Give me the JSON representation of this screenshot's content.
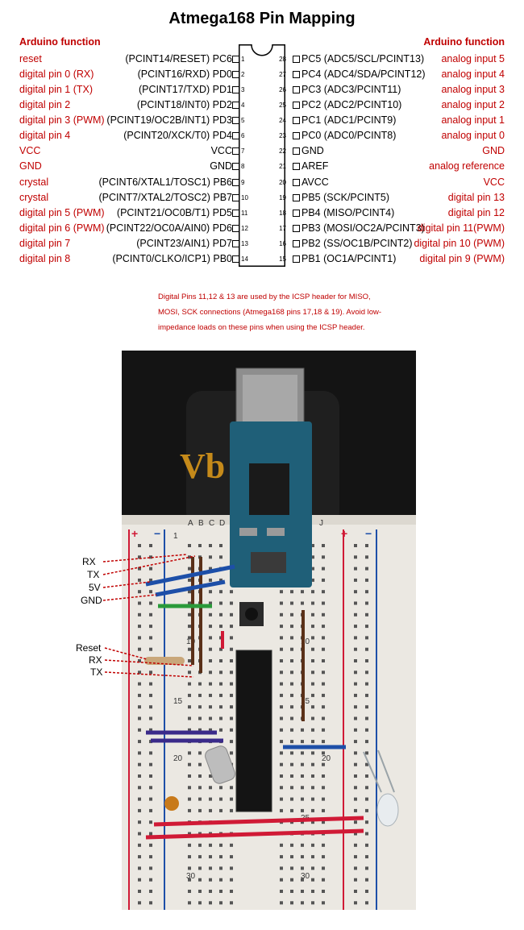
{
  "title": "Atmega168 Pin Mapping",
  "left_header": "Arduino function",
  "right_header": "Arduino function",
  "pins": [
    {
      "ln": "1",
      "lfunc": "reset",
      "lpin": "(PCINT14/RESET) PC6",
      "rn": "28",
      "rpin": "PC5 (ADC5/SCL/PCINT13)",
      "rfunc": "analog input 5"
    },
    {
      "ln": "2",
      "lfunc": "digital pin 0 (RX)",
      "lpin": "(PCINT16/RXD) PD0",
      "rn": "27",
      "rpin": "PC4 (ADC4/SDA/PCINT12)",
      "rfunc": "analog input 4"
    },
    {
      "ln": "3",
      "lfunc": "digital pin 1 (TX)",
      "lpin": "(PCINT17/TXD) PD1",
      "rn": "26",
      "rpin": "PC3 (ADC3/PCINT11)",
      "rfunc": "analog input 3"
    },
    {
      "ln": "4",
      "lfunc": "digital pin 2",
      "lpin": "(PCINT18/INT0) PD2",
      "rn": "25",
      "rpin": "PC2 (ADC2/PCINT10)",
      "rfunc": "analog input 2"
    },
    {
      "ln": "5",
      "lfunc": "digital pin 3 (PWM)",
      "lpin": "(PCINT19/OC2B/INT1) PD3",
      "rn": "24",
      "rpin": "PC1 (ADC1/PCINT9)",
      "rfunc": "analog input 1"
    },
    {
      "ln": "6",
      "lfunc": "digital pin 4",
      "lpin": "(PCINT20/XCK/T0) PD4",
      "rn": "23",
      "rpin": "PC0 (ADC0/PCINT8)",
      "rfunc": "analog input 0"
    },
    {
      "ln": "7",
      "lfunc": "VCC",
      "lpin": "VCC",
      "rn": "22",
      "rpin": "GND",
      "rfunc": "GND"
    },
    {
      "ln": "8",
      "lfunc": "GND",
      "lpin": "GND",
      "rn": "21",
      "rpin": "AREF",
      "rfunc": "analog reference"
    },
    {
      "ln": "9",
      "lfunc": "crystal",
      "lpin": "(PCINT6/XTAL1/TOSC1) PB6",
      "rn": "20",
      "rpin": "AVCC",
      "rfunc": "VCC"
    },
    {
      "ln": "10",
      "lfunc": "crystal",
      "lpin": "(PCINT7/XTAL2/TOSC2) PB7",
      "rn": "19",
      "rpin": "PB5 (SCK/PCINT5)",
      "rfunc": "digital pin 13"
    },
    {
      "ln": "11",
      "lfunc": "digital pin 5 (PWM)",
      "lpin": "(PCINT21/OC0B/T1) PD5",
      "rn": "18",
      "rpin": "PB4 (MISO/PCINT4)",
      "rfunc": "digital pin 12"
    },
    {
      "ln": "12",
      "lfunc": "digital pin 6 (PWM)",
      "lpin": "(PCINT22/OC0A/AIN0) PD6",
      "rn": "17",
      "rpin": "PB3 (MOSI/OC2A/PCINT3)",
      "rfunc": "digital pin 11(PWM)"
    },
    {
      "ln": "13",
      "lfunc": "digital pin 7",
      "lpin": "(PCINT23/AIN1) PD7",
      "rn": "16",
      "rpin": "PB2 (SS/OC1B/PCINT2)",
      "rfunc": "digital pin 10 (PWM)"
    },
    {
      "ln": "14",
      "lfunc": "digital pin 8",
      "lpin": "(PCINT0/CLKO/ICP1) PB0",
      "rn": "15",
      "rpin": "PB1 (OC1A/PCINT1)",
      "rfunc": "digital pin 9 (PWM)"
    }
  ],
  "note_lines": [
    "Digital Pins 11,12 & 13 are used by the ICSP header for MISO,",
    "MOSI, SCK connections (Atmega168  pins 17,18 & 19). Avoid low-",
    "impedance loads on these pins when  using the ICSP header."
  ],
  "photo": {
    "board_text": "Vb",
    "column_letters": [
      "A",
      "B",
      "C",
      "D",
      "J"
    ],
    "row_numbers": [
      "1",
      "5",
      "10",
      "15",
      "20",
      "25",
      "30"
    ],
    "rail_plus": "+",
    "rail_minus": "−",
    "wire_labels_top": [
      "RX",
      "TX",
      "5V",
      "GND"
    ],
    "wire_labels_bottom": [
      "Reset",
      "RX",
      "TX"
    ],
    "colors": {
      "wire_blue": "#1d4fa8",
      "wire_brown": "#5a3018",
      "wire_red": "#d01a36",
      "wire_green": "#2a9a3a",
      "wire_purple": "#3a2a8a"
    }
  }
}
